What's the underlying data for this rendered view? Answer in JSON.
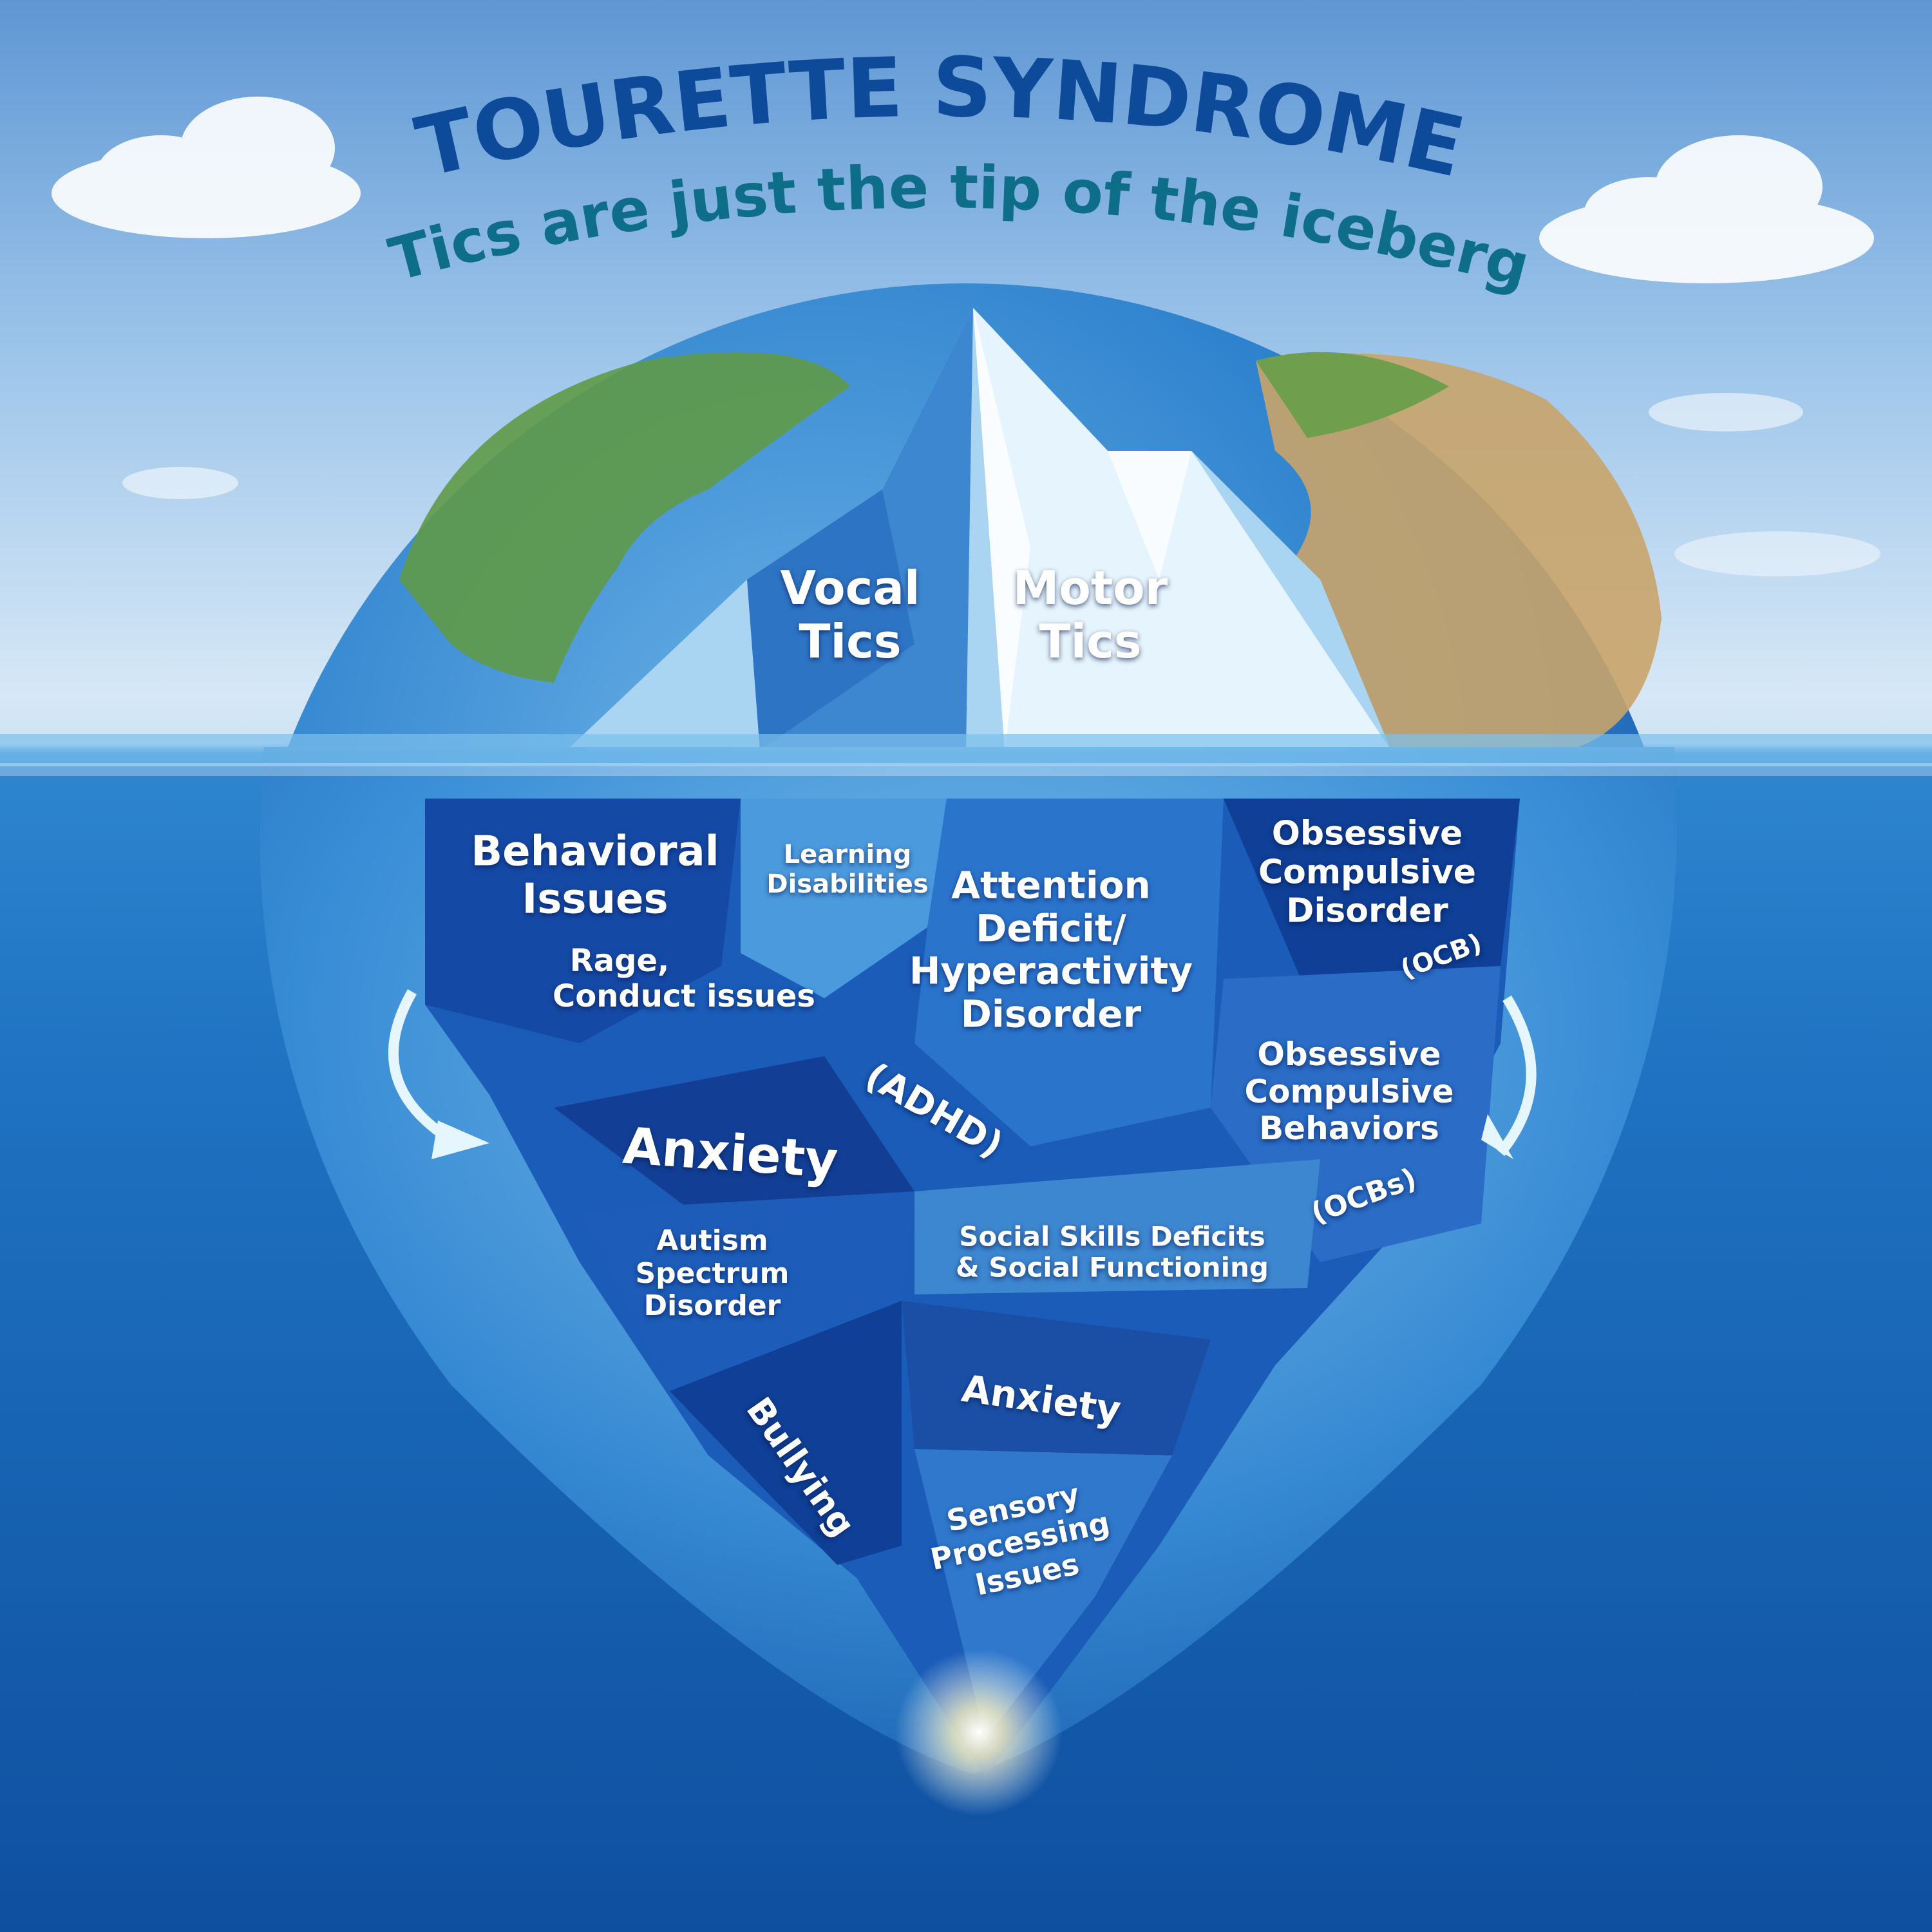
{
  "title": "TOURETTE SYNDROME",
  "subtitle": "Tics are just the tip of the iceberg",
  "colors": {
    "title": "#0d4a9a",
    "subtitle": "#0e6e8a",
    "label": "#ffffff",
    "ice_dark": "#0f3f96",
    "ice_light": "#3f8fd6"
  },
  "above_water": {
    "vocal_tics": [
      "Vocal",
      "Tics"
    ],
    "motor_tics": [
      "Motor",
      "Tics"
    ]
  },
  "below_water": {
    "behavioral_issues": [
      "Behavioral",
      "Issues"
    ],
    "learning_disabilities": [
      "Learning",
      "Disabilities"
    ],
    "rage_conduct": [
      "Rage,",
      "Conduct issues"
    ],
    "adhd": [
      "Attention",
      "Deficit/",
      "Hyperactivity",
      "Disorder"
    ],
    "adhd_abbr": "(ADHD)",
    "ocd": [
      "Obsessive",
      "Compulsive",
      "Disorder"
    ],
    "ocd_abbr": "(OCB)",
    "ocbs": [
      "Obsessive",
      "Compulsive",
      "Behaviors"
    ],
    "ocbs_abbr": "(OCBs)",
    "anxiety_1": "Anxiety",
    "autism": [
      "Autism",
      "Spectrum",
      "Disorder"
    ],
    "social": [
      "Social Skills Deficits",
      "& Social Functioning"
    ],
    "anxiety_2": "Anxiety",
    "bullying": "Bullying",
    "sensory": [
      "Sensory",
      "Processing",
      "Issues"
    ]
  }
}
